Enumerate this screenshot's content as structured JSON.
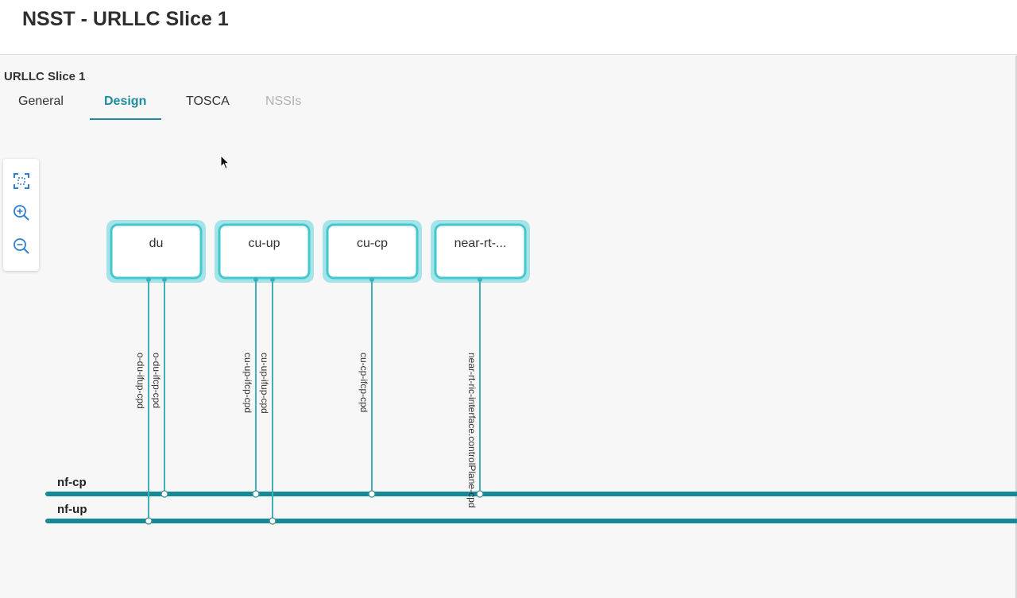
{
  "header": {
    "title": "NSST - URLLC Slice 1"
  },
  "subtitle": "URLLC Slice 1",
  "tabs": [
    {
      "label": "General",
      "state": "normal"
    },
    {
      "label": "Design",
      "state": "active"
    },
    {
      "label": "TOSCA",
      "state": "normal"
    },
    {
      "label": "NSSIs",
      "state": "disabled"
    }
  ],
  "zoom_controls": {
    "fit_icon": "fit-to-screen-icon",
    "zoom_in_icon": "zoom-in-icon",
    "zoom_out_icon": "zoom-out-icon"
  },
  "diagram": {
    "colors": {
      "node_border": "#45c7cf",
      "node_halo": "#a4e3e8",
      "bus": "#148a96",
      "link": "#3fb0b8"
    },
    "nodes": [
      {
        "label": "du"
      },
      {
        "label": "cu-up"
      },
      {
        "label": "cu-cp"
      },
      {
        "label": "near-rt-..."
      }
    ],
    "buses": [
      {
        "label": "nf-cp"
      },
      {
        "label": "nf-up"
      }
    ],
    "connection_points": [
      {
        "label": "o-du-ifup-cpd",
        "node": "du",
        "bus": "nf-up"
      },
      {
        "label": "o-du-ifcp-cpd",
        "node": "du",
        "bus": "nf-cp"
      },
      {
        "label": "cu-up-ifcp-cpd",
        "node": "cu-up",
        "bus": "nf-cp"
      },
      {
        "label": "cu-up-ifup-cpd",
        "node": "cu-up",
        "bus": "nf-up"
      },
      {
        "label": "cu-cp-ifcp-cpd",
        "node": "cu-cp",
        "bus": "nf-cp"
      },
      {
        "label": "near-rt-ric-interface.controlPlane-cpd",
        "node": "near-rt-...",
        "bus": "nf-cp"
      }
    ]
  }
}
